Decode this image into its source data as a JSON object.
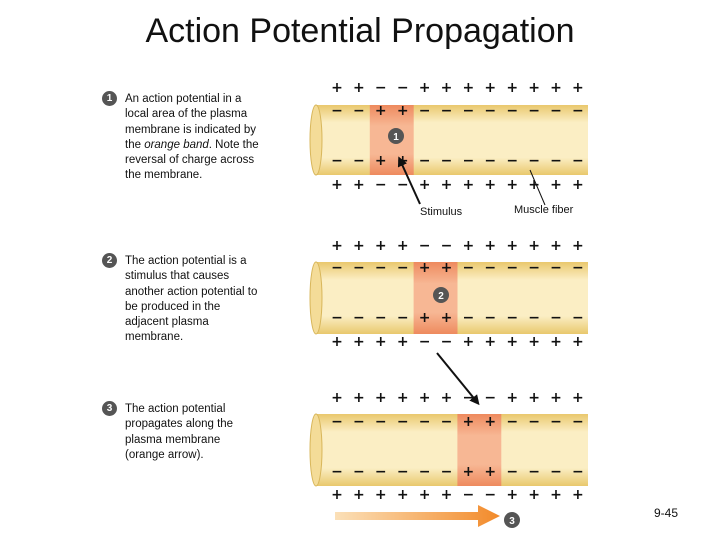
{
  "title": "Action Potential Propagation",
  "steps": [
    {
      "number": "1",
      "text_before": "An action potential in a local area of the plasma membrane is indicated by the ",
      "text_em": "orange band",
      "text_after": ". Note the reversal of charge across the membrane."
    },
    {
      "number": "2",
      "text": "The action potential is a stimulus that causes another action potential to be produced in the adjacent plasma membrane."
    },
    {
      "number": "3",
      "text": "The action potential propagates along the plasma membrane (orange arrow)."
    }
  ],
  "labels": {
    "stimulus": "Stimulus",
    "muscle_fiber": "Muscle fiber"
  },
  "fibers": [
    {
      "badge": "1",
      "top_outer": [
        "+",
        "+",
        "−",
        "−",
        "+",
        "+",
        "+",
        "+",
        "+",
        "+",
        "+",
        "+"
      ],
      "top_inner": [
        "−",
        "−",
        "+",
        "+",
        "−",
        "−",
        "−",
        "−",
        "−",
        "−",
        "−",
        "−"
      ],
      "bot_inner": [
        "−",
        "−",
        "+",
        "+",
        "−",
        "−",
        "−",
        "−",
        "−",
        "−",
        "−",
        "−"
      ],
      "bot_outer": [
        "+",
        "+",
        "−",
        "−",
        "+",
        "+",
        "+",
        "+",
        "+",
        "+",
        "+",
        "+"
      ]
    },
    {
      "badge": "2",
      "top_outer": [
        "+",
        "+",
        "+",
        "+",
        "−",
        "−",
        "+",
        "+",
        "+",
        "+",
        "+",
        "+"
      ],
      "top_inner": [
        "−",
        "−",
        "−",
        "−",
        "+",
        "+",
        "−",
        "−",
        "−",
        "−",
        "−",
        "−"
      ],
      "bot_inner": [
        "−",
        "−",
        "−",
        "−",
        "+",
        "+",
        "−",
        "−",
        "−",
        "−",
        "−",
        "−"
      ],
      "bot_outer": [
        "+",
        "+",
        "+",
        "+",
        "−",
        "−",
        "+",
        "+",
        "+",
        "+",
        "+",
        "+"
      ]
    },
    {
      "badge": "3",
      "top_outer": [
        "+",
        "+",
        "+",
        "+",
        "+",
        "+",
        "−",
        "−",
        "+",
        "+",
        "+",
        "+"
      ],
      "top_inner": [
        "−",
        "−",
        "−",
        "−",
        "−",
        "−",
        "+",
        "+",
        "−",
        "−",
        "−",
        "−"
      ],
      "bot_inner": [
        "−",
        "−",
        "−",
        "−",
        "−",
        "−",
        "+",
        "+",
        "−",
        "−",
        "−",
        "−"
      ],
      "bot_outer": [
        "+",
        "+",
        "+",
        "+",
        "+",
        "+",
        "−",
        "−",
        "+",
        "+",
        "+",
        "+"
      ]
    }
  ],
  "colors": {
    "fiber_fill": "#f7e3a6",
    "fiber_edge": "#d8b65a",
    "band": "#f4a27a",
    "arrow": "#f39a3a",
    "badge": "#555555"
  },
  "slide_number": "9-45"
}
